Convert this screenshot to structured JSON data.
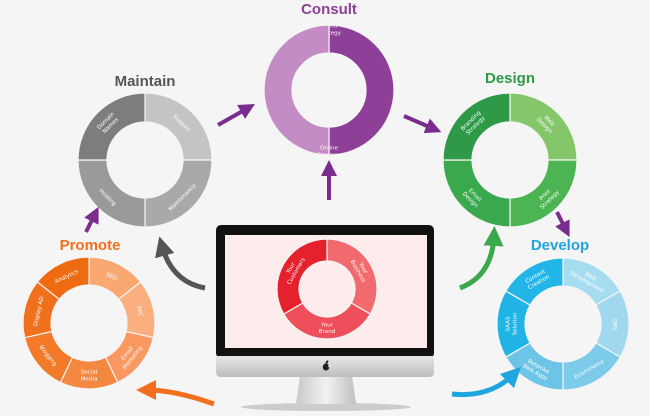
{
  "cycles": [
    {
      "id": "consult",
      "title": "Consult",
      "title_color": "#8e3f98",
      "segments": [
        {
          "lines": [
            "Brand",
            "Strategy"
          ],
          "color": "#8e3f98"
        },
        {
          "lines": [
            "Online",
            "Strategy"
          ],
          "color": "#c48cc4"
        }
      ]
    },
    {
      "id": "maintain",
      "title": "Maintain",
      "title_color": "#555555",
      "segments": [
        {
          "lines": [
            "Support"
          ],
          "color": "#c4c4c4"
        },
        {
          "lines": [
            "Maintenance"
          ],
          "color": "#a9a9a9"
        },
        {
          "lines": [
            "Hosting"
          ],
          "color": "#9a9a9a"
        },
        {
          "lines": [
            "Domain",
            "Names"
          ],
          "color": "#7d7d7d"
        }
      ]
    },
    {
      "id": "design",
      "title": "Design",
      "title_color": "#2e9a48",
      "segments": [
        {
          "lines": [
            "Web",
            "Design"
          ],
          "color": "#86c66a"
        },
        {
          "lines": [
            "Print",
            "Strategy"
          ],
          "color": "#4cb452"
        },
        {
          "lines": [
            "Email",
            "Design"
          ],
          "color": "#3aa84c"
        },
        {
          "lines": [
            "Branding",
            "Strategy"
          ],
          "color": "#2e9a48"
        }
      ]
    },
    {
      "id": "promote",
      "title": "Promote",
      "title_color": "#f07020",
      "segments": [
        {
          "lines": [
            "SEO"
          ],
          "color": "#f9a872"
        },
        {
          "lines": [
            "PPC"
          ],
          "color": "#fbae7e"
        },
        {
          "lines": [
            "Email",
            "Marketing"
          ],
          "color": "#f99860"
        },
        {
          "lines": [
            "Social",
            "Media"
          ],
          "color": "#f58840"
        },
        {
          "lines": [
            "Blogging"
          ],
          "color": "#f27a28"
        },
        {
          "lines": [
            "Display AD"
          ],
          "color": "#f0701e"
        },
        {
          "lines": [
            "Analytics"
          ],
          "color": "#ef6b12"
        }
      ]
    },
    {
      "id": "develop",
      "title": "Develop",
      "title_color": "#1fa6dd",
      "segments": [
        {
          "lines": [
            "Web",
            "Development"
          ],
          "color": "#a6dcf0"
        },
        {
          "lines": [
            "CMS"
          ],
          "color": "#a0d8ef"
        },
        {
          "lines": [
            "Ecommerce"
          ],
          "color": "#7dcbea"
        },
        {
          "lines": [
            "Bespoke",
            "Web Apps"
          ],
          "color": "#6cc5e6"
        },
        {
          "lines": [
            "SAAS",
            "Solution"
          ],
          "color": "#1fb3e6"
        },
        {
          "lines": [
            "Content",
            "Creation"
          ],
          "color": "#22b6e8"
        }
      ]
    },
    {
      "id": "center",
      "title": "",
      "title_color": "#e5212e",
      "segments": [
        {
          "lines": [
            "Your",
            "Business"
          ],
          "color": "#f06a6e"
        },
        {
          "lines": [
            "Your",
            "Brand"
          ],
          "color": "#ee4f5a"
        },
        {
          "lines": [
            "Your",
            "Customers"
          ],
          "color": "#e5212e"
        }
      ]
    }
  ],
  "colors": {
    "arrow_purple": "#7b2d8e",
    "arrow_gray": "#555555",
    "arrow_green": "#3aa84c",
    "arrow_orange": "#f07020",
    "arrow_blue": "#1fa6dd",
    "screen_bg": "#fdeceb"
  },
  "logo_icon": "apple-logo-icon"
}
